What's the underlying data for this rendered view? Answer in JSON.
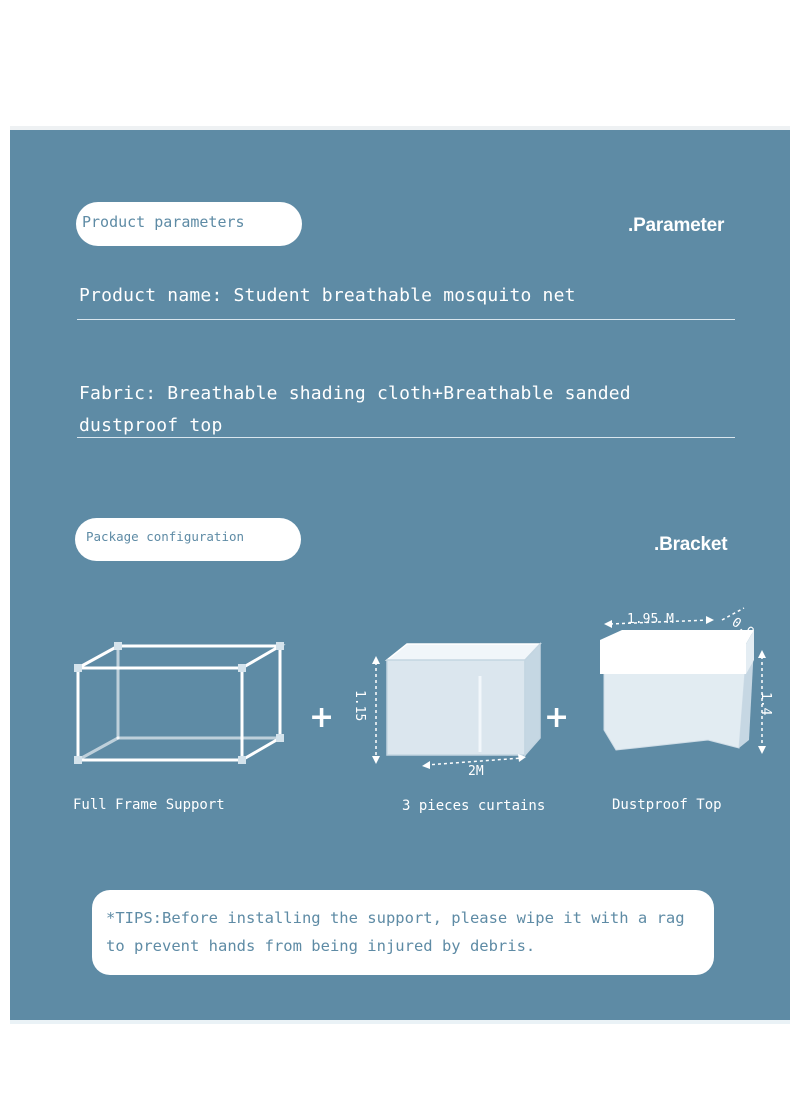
{
  "parameters": {
    "pill_label": "Product parameters",
    "heading": ".Parameter",
    "product_name": "Product name: Student breathable mosquito net",
    "fabric_line1": "Fabric: Breathable shading cloth+Breathable sanded",
    "fabric_line2": "dustproof top"
  },
  "package": {
    "pill_label": "Package configuration",
    "heading": ".Bracket",
    "items": [
      {
        "caption": "Full Frame Support",
        "icon": "frame-icon"
      },
      {
        "caption": "3 pieces curtains",
        "icon": "curtains-icon",
        "height_label": "1.15",
        "width_label": "2M"
      },
      {
        "caption": "Dustproof Top",
        "icon": "dustproof-top-icon",
        "length_label": "1.95 M",
        "depth_label": "0.9",
        "height_label": "1.4"
      }
    ],
    "plus_symbol": "+"
  },
  "tips": {
    "text": "*TIPS:Before installing the support, please wipe it with a rag to prevent hands from being injured by debris."
  },
  "colors": {
    "panel": "#5e8ba5",
    "text_on_panel": "#ffffff",
    "pill_bg": "#ffffff",
    "pill_text": "#5e8ba5"
  }
}
